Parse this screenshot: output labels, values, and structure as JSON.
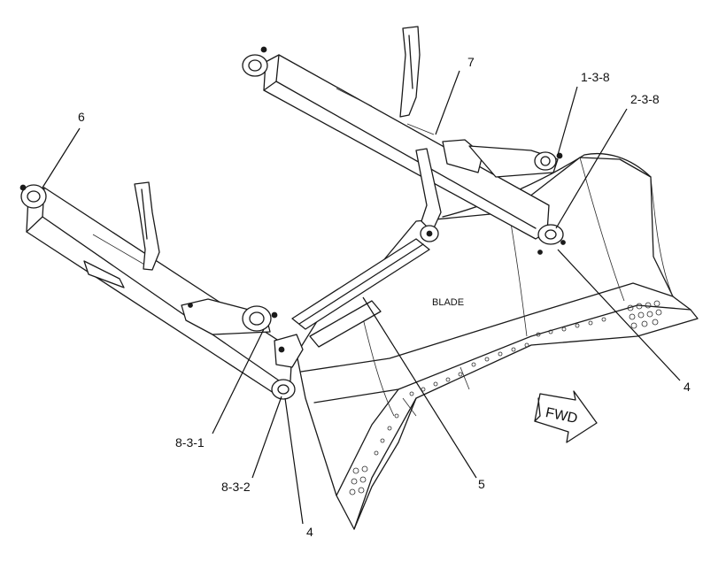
{
  "figure": {
    "blade_label": "BLADE",
    "direction_label": "FWD",
    "callouts": {
      "part_6": "6",
      "part_7": "7",
      "part_1_3_8": "1-3-8",
      "part_2_3_8": "2-3-8",
      "part_4_right": "4",
      "part_5": "5",
      "part_8_3_1": "8-3-1",
      "part_8_3_2": "8-3-2",
      "part_4_bottom": "4"
    }
  }
}
